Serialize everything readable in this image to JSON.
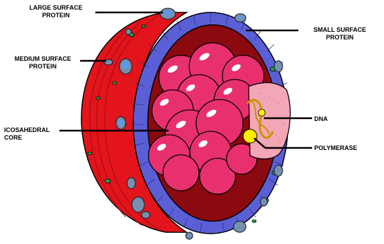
{
  "labels": {
    "large_surface_protein": "LARGE SURFACE\nPROTEIN",
    "small_surface_protein": "SMALL SURFACE\nPROTEIN",
    "medium_surface_protein": "MEDIUM SURFACE\nPROTEIN",
    "icosahedral_core": "ICOSAHEDRAL\nCORE",
    "dna": "DNA",
    "polymerase": "POLYMERASE"
  },
  "colors": {
    "outer_envelope": "#e3141b",
    "membrane_band": "#5a5fd6",
    "core_cavity": "#8a0a10",
    "capsomere": "#e8306e",
    "surface_protein": "#7890b0",
    "small_protein": "#1fa34a",
    "dna": "#c89400",
    "polymerase": "#ffee00",
    "cutaway_interior": "#f2a6b6"
  }
}
